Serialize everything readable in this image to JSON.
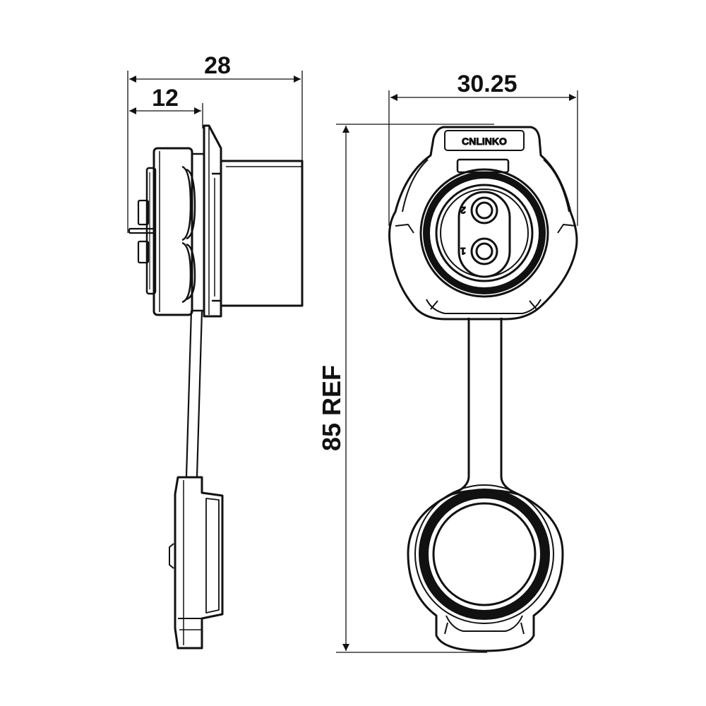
{
  "dimensions": {
    "side_overall_width": "28",
    "side_flange_width": "12",
    "front_width": "30.25",
    "overall_length": "85 REF"
  },
  "front_view": {
    "logo_text": "CNLINKO",
    "pin_labels": [
      "2",
      "1"
    ]
  },
  "colors": {
    "line": "#111111",
    "background": "#ffffff"
  }
}
